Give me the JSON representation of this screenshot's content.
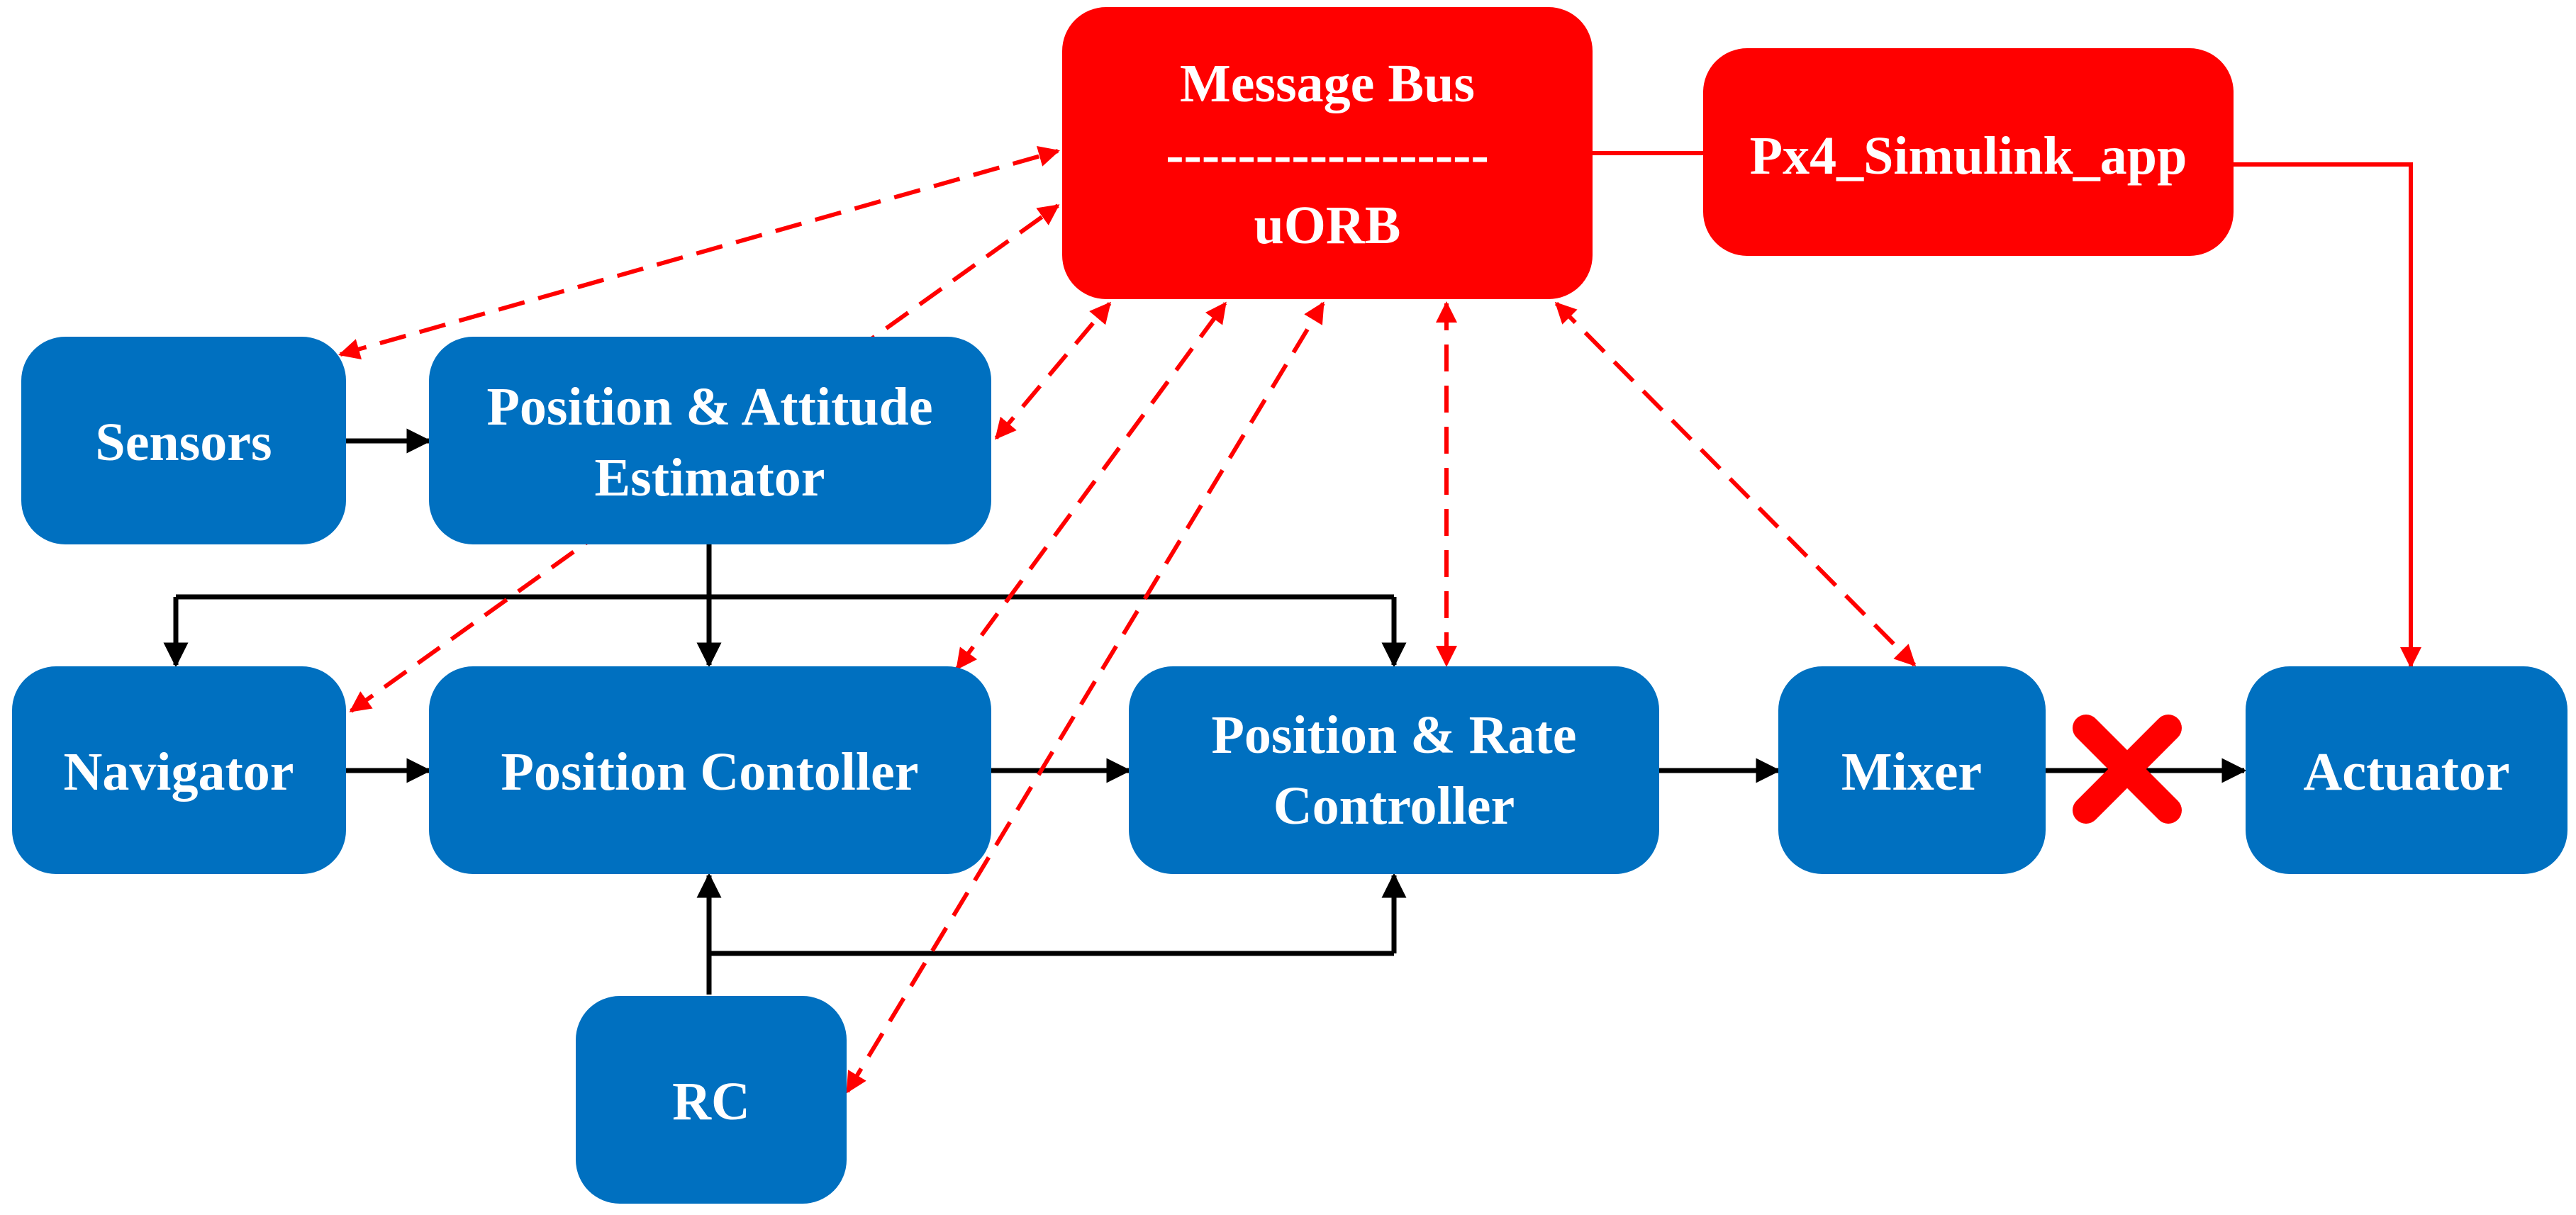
{
  "colors": {
    "blue_node": "#0070C0",
    "red_node": "#FF0000",
    "black_link": "#000000",
    "red_link": "#FF0000"
  },
  "nodes": {
    "message_bus": {
      "line1": "Message Bus",
      "line2": "------------------",
      "line3": "uORB"
    },
    "px4_app": {
      "label": "Px4_Simulink_app"
    },
    "sensors": {
      "label": "Sensors"
    },
    "estimator": {
      "line1": "Position & Attitude",
      "line2": "Estimator"
    },
    "navigator": {
      "label": "Navigator"
    },
    "position_controller": {
      "label": "Position Contoller"
    },
    "rate_controller": {
      "line1": "Position & Rate",
      "line2": "Controller"
    },
    "mixer": {
      "label": "Mixer"
    },
    "actuator": {
      "label": "Actuator"
    },
    "rc": {
      "label": "RC"
    }
  },
  "icons": {
    "disconnect": "x-mark-icon"
  }
}
